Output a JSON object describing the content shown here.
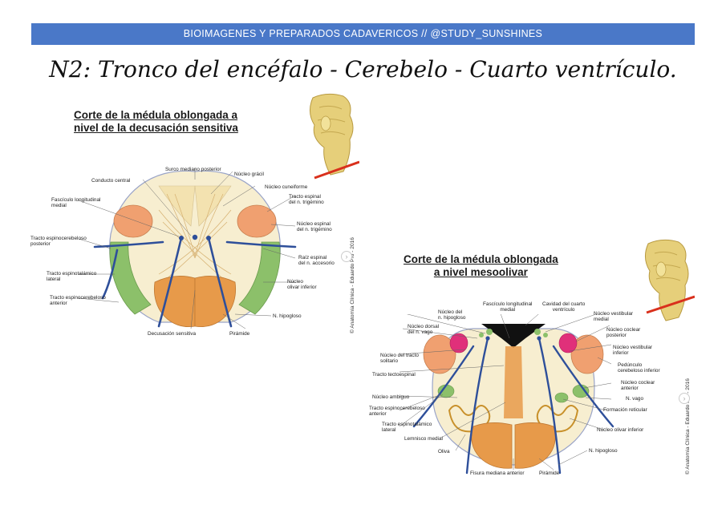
{
  "header": {
    "banner": "BIOIMAGENES Y PREPARADOS CADAVERICOS // @STUDY_SUNSHINES"
  },
  "main": {
    "title": "N2: Tronco del encéfalo - Cerebelo - Cuarto ventrículo."
  },
  "figure1": {
    "title_line1": "Corte de la médula oblongada a",
    "title_line2": "nivel de la decusación sensitiva",
    "credit": "© Anatomía Clínica - Eduardo Pró - 2016",
    "labels": {
      "surco_mediano_posterior": "Surco mediano posterior",
      "conducto_central": "Conducto central",
      "nucleo_gracil": "Núcleo grácil",
      "nucleo_cuneiforme": "Núcleo cuneiforme",
      "fasciculo_longitudinal_medial_1": "Fascículo longitudinal",
      "fasciculo_longitudinal_medial_2": "medial",
      "tracto_espinal_trigemino_1": "Tracto espinal",
      "tracto_espinal_trigemino_2": "del n. trigémino",
      "nucleo_espinal_trigemino_1": "Núcleo espinal",
      "nucleo_espinal_trigemino_2": "del n. trigémino",
      "tracto_espinocerebeloso_posterior_1": "Tracto espinocerebeloso",
      "tracto_espinocerebeloso_posterior_2": "posterior",
      "raiz_espinal_accesorio_1": "Raíz espinal",
      "raiz_espinal_accesorio_2": "del n. accesorio",
      "tracto_espinotalamico_lateral_1": "Tracto espinotalámico",
      "tracto_espinotalamico_lateral_2": "lateral",
      "nucleo_olivar_inferior_1": "Núcleo",
      "nucleo_olivar_inferior_2": "olivar inferior",
      "tracto_espinocerebeloso_anterior_1": "Tracto espinocerebeloso",
      "tracto_espinocerebeloso_anterior_2": "anterior",
      "n_hipogloso": "N. hipogloso",
      "decusacion_sensitiva": "Decusación sensitiva",
      "piramide": "Pirámide"
    }
  },
  "figure2": {
    "title_line1": "Corte de la médula oblongada",
    "title_line2": "a nivel mesoolivar",
    "credit": "© Anatomía Clínica - Eduardo Pró - 2016",
    "labels": {
      "fasciculo_longitudinal_medial_1": "Fascículo longitudinal",
      "fasciculo_longitudinal_medial_2": "medial",
      "cavidad_cuarto_ventriculo_1": "Cavidad del cuarto",
      "cavidad_cuarto_ventriculo_2": "ventrículo",
      "nucleo_n_hipogloso_1": "Núcleo del",
      "nucleo_n_hipogloso_2": "n. hipogloso",
      "nucleo_vestibular_medial_1": "Núcleo vestibular",
      "nucleo_vestibular_medial_2": "medial",
      "nucleo_dorsal_vago_1": "Núcleo dorsal",
      "nucleo_dorsal_vago_2": "del n. vago",
      "nucleo_coclear_posterior_1": "Núcleo coclear",
      "nucleo_coclear_posterior_2": "posterior",
      "nucleo_vestibular_inferior_1": "Núcleo vestibular",
      "nucleo_vestibular_inferior_2": "inferior",
      "nucleo_tracto_solitario_1": "Núcleo del tracto",
      "nucleo_tracto_solitario_2": "solitario",
      "pedunculo_cerebeloso_inferior_1": "Pedúnculo",
      "pedunculo_cerebeloso_inferior_2": "cerebeloso inferior",
      "tracto_tectoespinal": "Tracto tectoespinal",
      "nucleo_coclear_anterior_1": "Núcleo coclear",
      "nucleo_coclear_anterior_2": "anterior",
      "nucleo_ambiguo": "Núcleo ambiguo",
      "n_vago": "N. vago",
      "tracto_espinocerebeloso_anterior_1": "Tracto espinocerebeloso",
      "tracto_espinocerebeloso_anterior_2": "anterior",
      "formacion_reticular": "Formación reticular",
      "tracto_espinotalamico_lateral_1": "Tracto espinotalámico",
      "tracto_espinotalamico_lateral_2": "lateral",
      "nucleo_olivar_inferior": "Núcleo olivar inferior",
      "lemnisco_medial": "Lemnisco medial",
      "oliva": "Oliva",
      "n_hipogloso": "N. hipogloso",
      "fisura_mediana_anterior": "Fisura mediana anterior",
      "piramide": "Pirámide"
    }
  },
  "colors": {
    "banner": "#4a78c8",
    "pyramid": "#e79a4a",
    "trigeminal": "#f0a070",
    "green_tract": "#8cc06a",
    "nerve": "#2e4f9a",
    "tissue": "#f7eed0",
    "nucleus_pink": "#e0307a",
    "ventricle": "#111111"
  }
}
